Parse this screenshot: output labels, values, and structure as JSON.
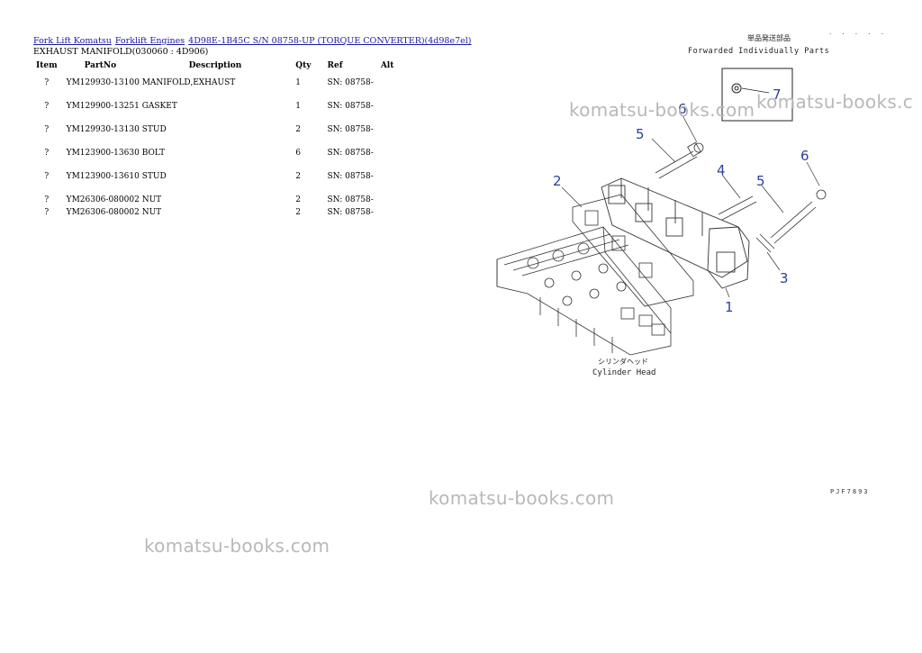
{
  "breadcrumb": {
    "links": [
      "Fork Lift Komatsu",
      "Forklift Engines",
      "4D98E-1B45C S/N 08758-UP (TORQUE CONVERTER)(4d98e7el)"
    ]
  },
  "subtitle": "EXHAUST MANIFOLD(030060 : 4D906)",
  "table": {
    "headers": [
      "Item",
      "PartNo",
      "Description",
      "Qty",
      "Ref",
      "Alt"
    ],
    "rows": [
      {
        "item": "?",
        "part": "YM129930-13100",
        "desc": "MANIFOLD,EXHAUST",
        "qty": "1",
        "ref": "SN: 08758-"
      },
      {
        "item": "?",
        "part": "YM129900-13251",
        "desc": "GASKET",
        "qty": "1",
        "ref": "SN: 08758-"
      },
      {
        "item": "?",
        "part": "YM129930-13130",
        "desc": "STUD",
        "qty": "2",
        "ref": "SN: 08758-"
      },
      {
        "item": "?",
        "part": "YM123900-13630",
        "desc": "BOLT",
        "qty": "6",
        "ref": "SN: 08758-"
      },
      {
        "item": "?",
        "part": "YM123900-13610",
        "desc": "STUD",
        "qty": "2",
        "ref": "SN: 08758-"
      },
      {
        "item": "?",
        "part": "YM26306-080002",
        "desc": "NUT",
        "qty": "2",
        "ref": "SN: 08758-"
      },
      {
        "item": "?",
        "part": "YM26306-080002",
        "desc": "NUT",
        "qty": "2",
        "ref": "SN: 08758-"
      }
    ]
  },
  "watermark": "komatsu-books.com",
  "watermark_partial": "komatsu-books.c",
  "diagram": {
    "forwarded_jp": "単品発送部品",
    "forwarded_label": "Forwarded Individually Parts",
    "cylinder_jp": "シリンダヘッド",
    "cylinder_label": "Cylinder Head",
    "callouts": [
      "1",
      "2",
      "3",
      "4",
      "5",
      "5",
      "6",
      "6",
      "7"
    ],
    "code": "PJF7893",
    "top_marks": "· · · · ·",
    "callout_color": "#2a3f9e"
  }
}
